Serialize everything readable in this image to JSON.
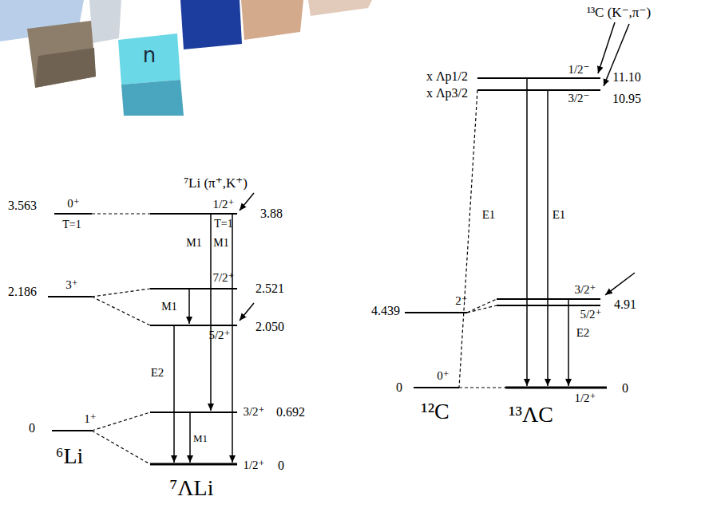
{
  "diagram": {
    "labels": [
      "n",
      "¹³C (K⁻,π⁻)",
      "x Λp1/2",
      "1/2⁻",
      "11.10",
      "x Λp3/2",
      "3/2⁻",
      "10.95",
      "⁷Li (π⁺,K⁺)",
      "3.563",
      "0⁺",
      "1/2⁺",
      "T=1",
      "T=1",
      "3.88",
      "M1",
      "M1",
      "E1",
      "E1",
      "2.186",
      "3⁺",
      "7/2⁺",
      "2.521",
      "M1",
      "5/2⁺",
      "2.050",
      "4.439",
      "2⁺",
      "3/2⁺",
      "4.91",
      "5/2⁺",
      "E2",
      "E2",
      "0",
      "0⁺",
      "1/2⁺",
      "0",
      "¹²C",
      "¹³ΛC",
      "0",
      "1⁺",
      "3/2⁺",
      "0.692",
      "M1",
      "1/2⁺",
      "0",
      "⁶Li",
      "⁷ΛLi"
    ]
  }
}
